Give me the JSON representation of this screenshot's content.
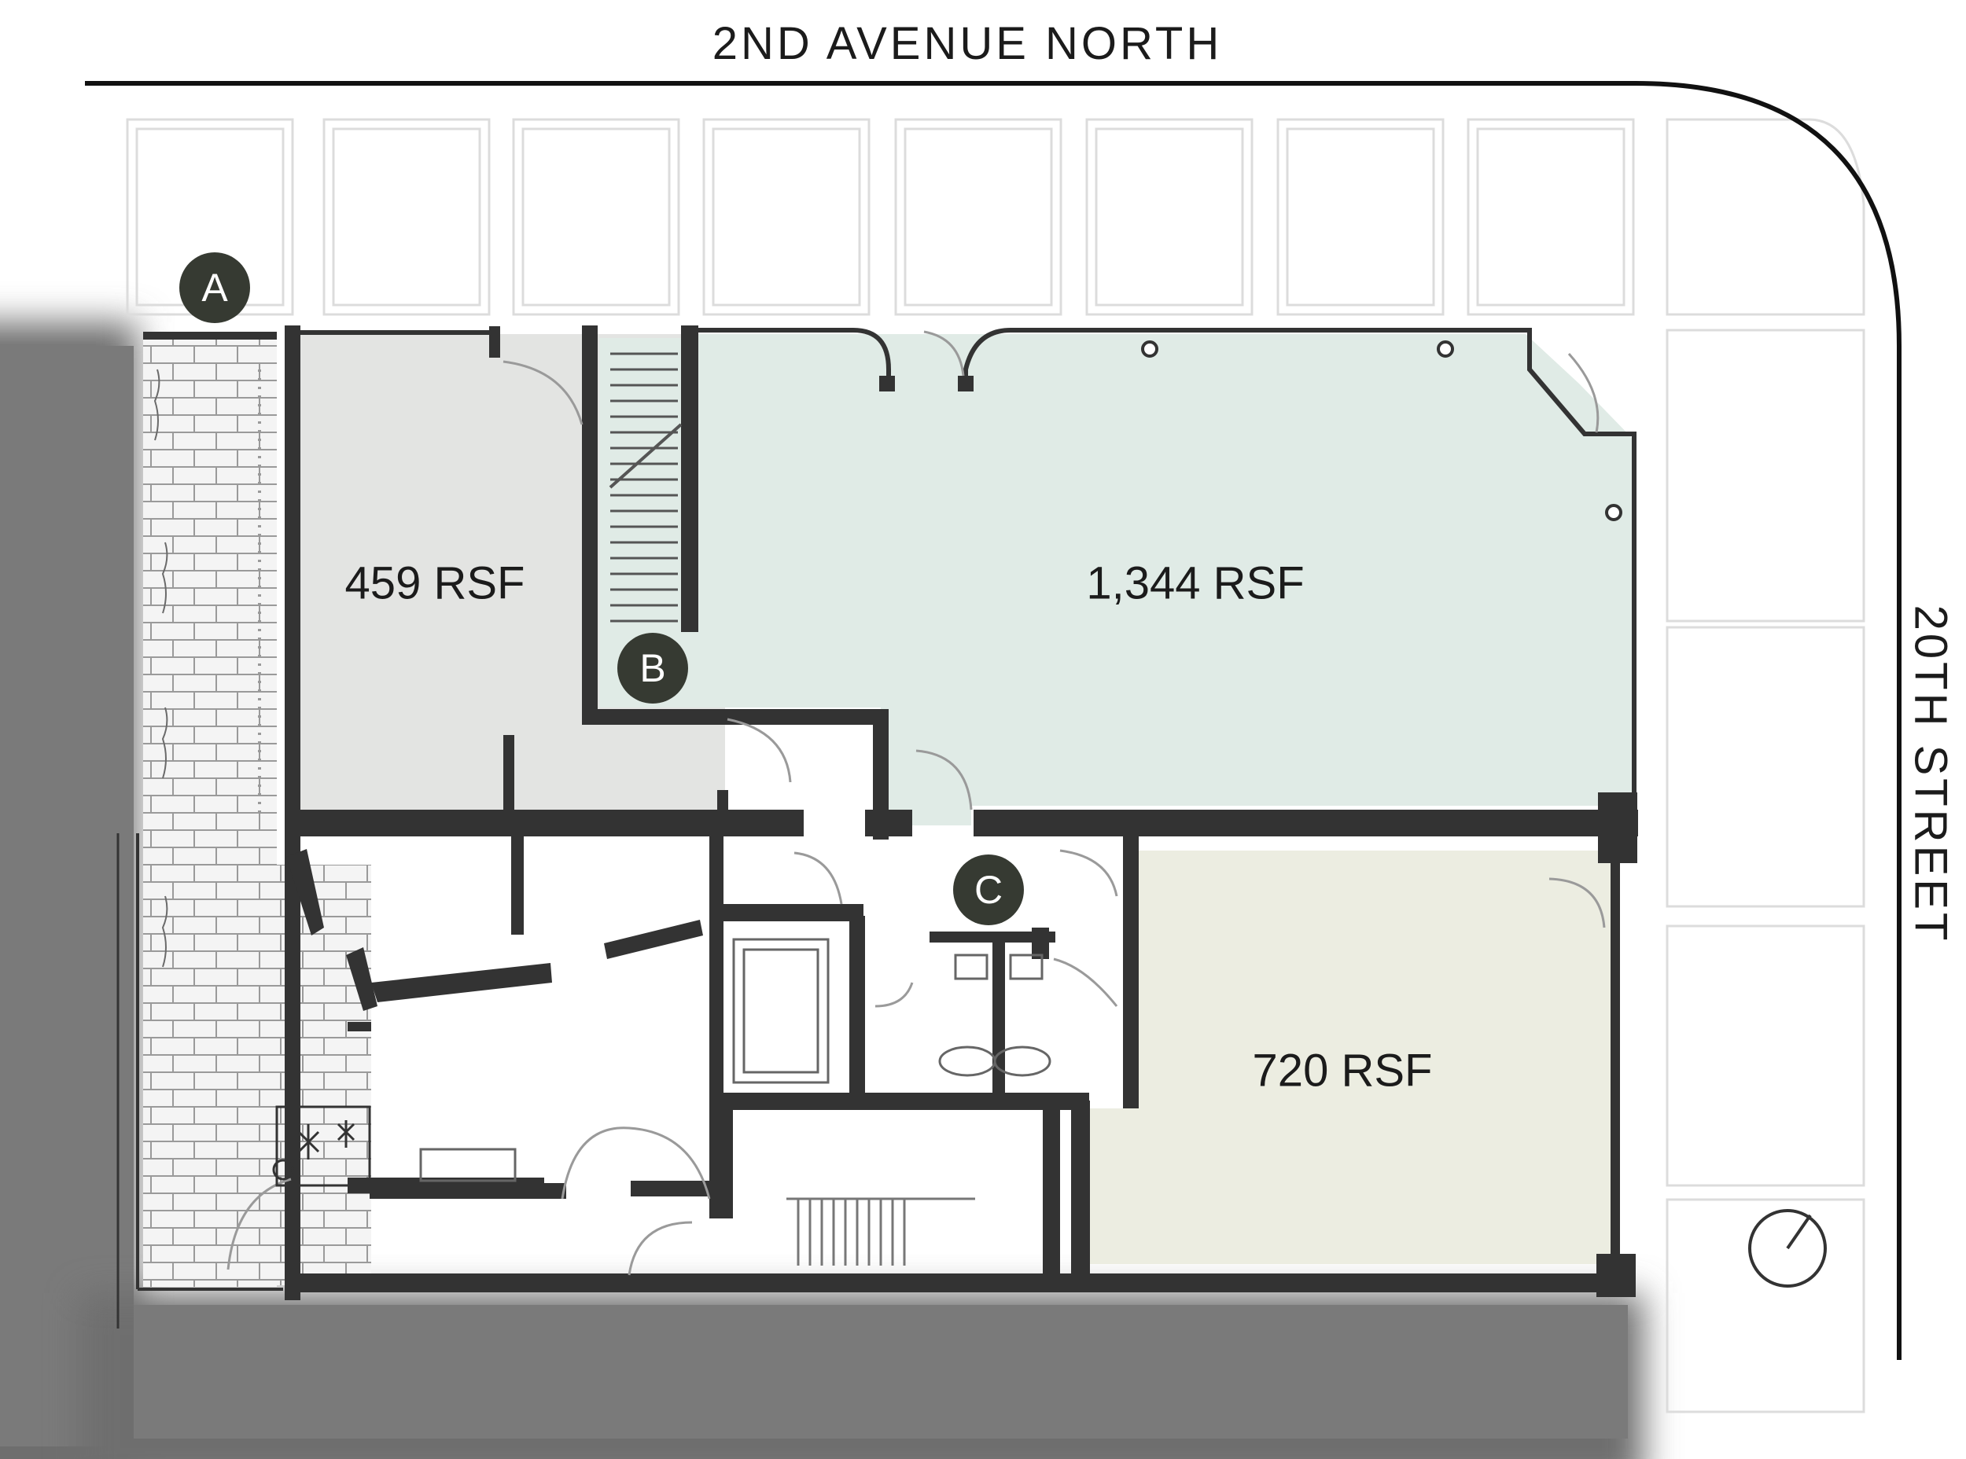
{
  "streets": {
    "north": "2ND AVENUE NORTH",
    "east": "20TH STREET"
  },
  "spaces": [
    {
      "id": "west-suite",
      "label": "459 RSF",
      "color": "#e3e4e2"
    },
    {
      "id": "north-suite",
      "label": "1,344 RSF",
      "color": "#e0ebe6"
    },
    {
      "id": "south-suite",
      "label": "720 RSF",
      "color": "#ecede1"
    }
  ],
  "markers": [
    "A",
    "B",
    "C"
  ],
  "colors": {
    "wall": "#333333",
    "marker": "#363a32",
    "neighbor": "#6e6e6e",
    "outline": "#111111"
  }
}
